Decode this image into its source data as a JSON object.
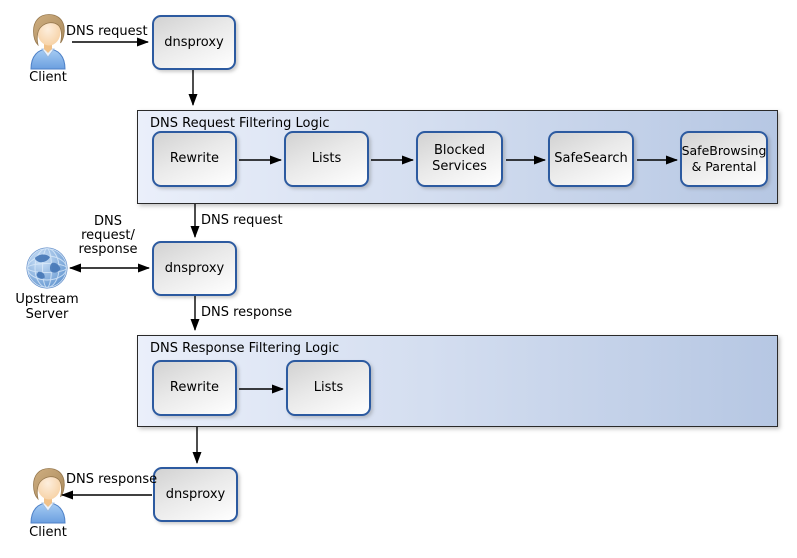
{
  "diagram": {
    "client_top": {
      "label": "Client"
    },
    "client_bottom": {
      "label": "Client"
    },
    "upstream": {
      "label_lines": [
        "Upstream",
        "Server"
      ]
    },
    "proxy_top": {
      "label": "dnsproxy"
    },
    "proxy_middle": {
      "label": "dnsproxy"
    },
    "proxy_bottom": {
      "label": "dnsproxy"
    },
    "request_filter": {
      "title": "DNS Request Filtering Logic",
      "steps": [
        "Rewrite",
        "Lists",
        "Blocked Services",
        "SafeSearch",
        "SafeBrowsing & Parental"
      ]
    },
    "response_filter": {
      "title": "DNS Response Filtering Logic",
      "steps": [
        "Rewrite",
        "Lists"
      ]
    },
    "edge_labels": {
      "client_request": "DNS request",
      "filtered_request": "DNS request",
      "upstream_lines": [
        "DNS",
        "request/",
        "response"
      ],
      "proxy_response": "DNS response",
      "client_response": "DNS response"
    },
    "colors": {
      "node_border": "#2c5aa0",
      "node_fill_start": "#d2d2d2",
      "node_fill_end": "#ffffff",
      "container_fill_left": "#eaeffa",
      "container_fill_right": "#b6c7e3",
      "container_border": "#2a2a2a",
      "arrow": "#000000",
      "globe_blue": "#5e92ce",
      "person_shirt": "#7fb0e8",
      "person_hair": "#c2a071"
    }
  }
}
